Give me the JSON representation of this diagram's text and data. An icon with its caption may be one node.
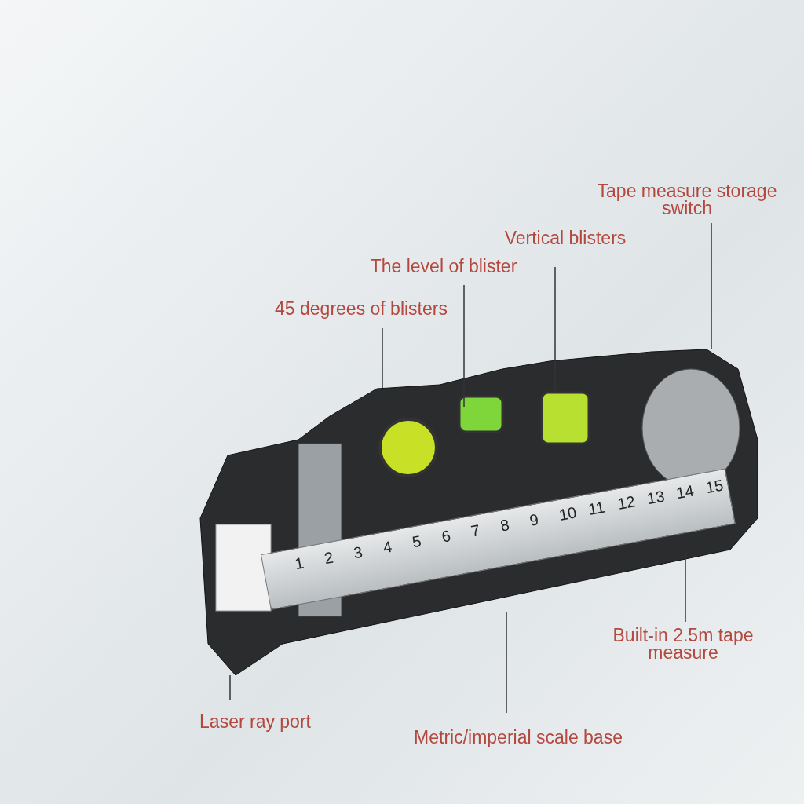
{
  "diagram": {
    "nodes": [
      {
        "text": [
          "Tape measure storage switch"
        ]
      },
      {
        "text": [
          "Vertical blisters"
        ]
      },
      {
        "text": [
          "The level of blister"
        ]
      },
      {
        "text": [
          "45 degrees of blisters"
        ]
      },
      {
        "text": [
          "Built-in 2.5m tape measure"
        ]
      },
      {
        "text": [
          "Laser ray port"
        ]
      },
      {
        "text": [
          "Metric/imperial scale base"
        ]
      }
    ],
    "edges": [
      {
        "from": 0,
        "to": null,
        "arrow": "none"
      },
      {
        "from": 1,
        "to": null,
        "arrow": "none"
      },
      {
        "from": 2,
        "to": null,
        "arrow": "none"
      },
      {
        "from": 3,
        "to": null,
        "arrow": "none"
      },
      {
        "from": 4,
        "to": null,
        "arrow": "none"
      },
      {
        "from": 5,
        "to": null,
        "arrow": "none"
      },
      {
        "from": 6,
        "to": null,
        "arrow": "none"
      }
    ],
    "labels": [
      "1",
      "2",
      "3",
      "4",
      "5",
      "6",
      "7",
      "8",
      "9",
      "10",
      "11",
      "12",
      "13",
      "14",
      "15"
    ]
  }
}
